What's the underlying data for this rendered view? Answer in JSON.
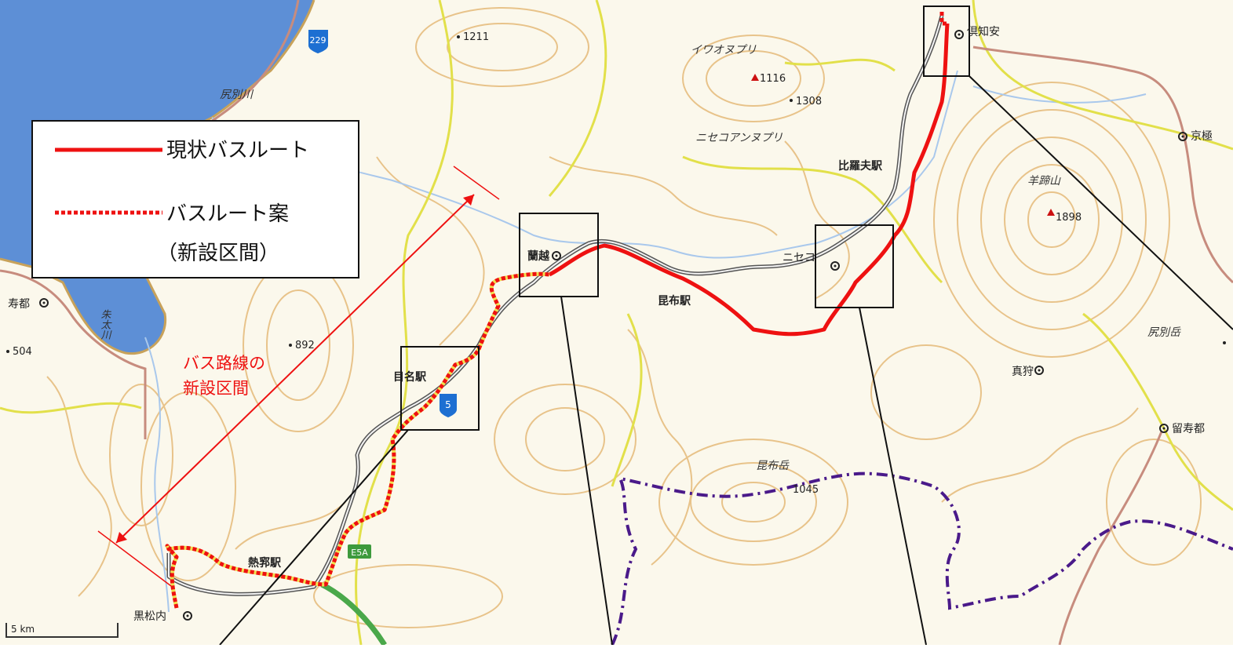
{
  "legend": {
    "current_route": "現状バスルート",
    "proposed_route": "バスルート案",
    "proposed_note": "（新設区間）"
  },
  "annotation": {
    "line1": "バス路線の",
    "line2": "新設区間"
  },
  "places": {
    "kutchan": "倶知安",
    "kyogoku": "京極",
    "rankoshi": "蘭越",
    "niseko": "ニセコ",
    "makkari": "真狩",
    "rusutsu": "留寿都",
    "suttsu": "寿都",
    "kuromatsunai": "黒松内"
  },
  "stations": {
    "hirafu": "比羅夫駅",
    "konbu": "昆布駅",
    "menasho": "目名駅",
    "nekko": "熱郛駅"
  },
  "mountains": {
    "iwaonupuri": "イワオヌプリ",
    "niseko_annupuri": "ニセコアンヌプリ",
    "yotei": "羊蹄山",
    "konbudake": "昆布岳",
    "shiribetsudake": "尻別岳"
  },
  "rivers": {
    "shiribetsu": "尻別川",
    "shubuto": "朱太川"
  },
  "elevations": {
    "e1211": "1211",
    "e1116": "1116",
    "e1308": "1308",
    "e1898": "1898",
    "e892": "892",
    "e504": "504",
    "e1045": "1045"
  },
  "roads": {
    "r229": "229",
    "r5": "5",
    "e5a": "E5A"
  },
  "scale": "5 km",
  "colors": {
    "route_red": "#ee1111",
    "contour": "#e8c38a",
    "boundary": "#e2e04a",
    "sea": "#5d8fd6",
    "rail": "#555555",
    "prefecture_line": "#4a1a8a",
    "expressway": "#4aa84a"
  }
}
